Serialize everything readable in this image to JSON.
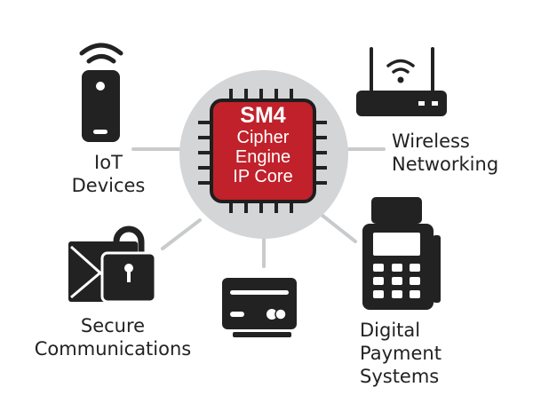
{
  "colors": {
    "chip": "#c0212b",
    "halo": "#d4d5d7",
    "connector": "#c8cacc",
    "icon": "#222222"
  },
  "center": {
    "title": "SM4",
    "lines": [
      "Cipher",
      "Engine",
      "IP Core"
    ]
  },
  "nodes": {
    "iot": {
      "icon": "iot-device-icon",
      "lines": [
        "IoT",
        "Devices"
      ]
    },
    "wireless": {
      "icon": "router-icon",
      "lines": [
        "Wireless",
        "Networking"
      ]
    },
    "secure": {
      "icon": "envelope-lock-icon",
      "lines": [
        "Secure",
        "Communications"
      ]
    },
    "card": {
      "icon": "credit-card-icon"
    },
    "payment": {
      "icon": "pos-terminal-icon",
      "lines": [
        "Digital",
        "Payment",
        "Systems"
      ]
    }
  }
}
